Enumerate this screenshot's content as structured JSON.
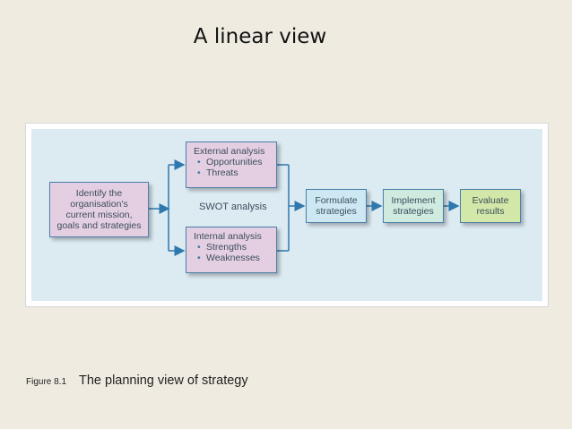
{
  "slide": {
    "title": "A linear view"
  },
  "diagram": {
    "identify": {
      "lines": [
        "Identify the",
        "organisation's",
        "current mission,",
        "goals and strategies"
      ]
    },
    "external": {
      "title": "External analysis",
      "bullets": [
        "Opportunities",
        "Threats"
      ]
    },
    "internal": {
      "title": "Internal analysis",
      "bullets": [
        "Strengths",
        "Weaknesses"
      ]
    },
    "swot_label": "SWOT analysis",
    "formulate": {
      "lines": [
        "Formulate",
        "strategies"
      ]
    },
    "implement": {
      "lines": [
        "Implement",
        "strategies"
      ]
    },
    "evaluate": {
      "lines": [
        "Evaluate",
        "results"
      ]
    },
    "colors": {
      "purple_box": "#e4cfe2",
      "blue_box": "#cde8f3",
      "green_box": "#cfeadf",
      "lime_box": "#d3e8a8",
      "panel": "#dceaf2",
      "arrow": "#2f78ad"
    }
  },
  "caption": {
    "label": "Figure 8.1",
    "text": "The planning view of strategy"
  }
}
